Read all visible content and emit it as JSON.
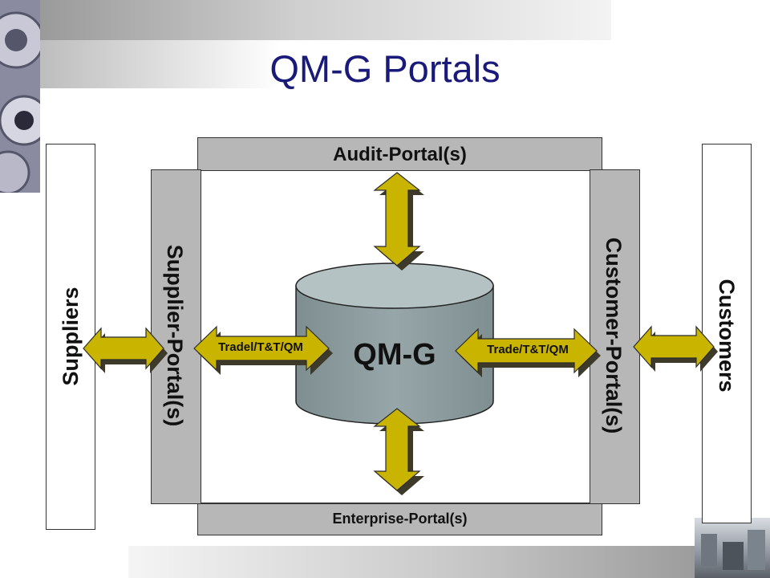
{
  "slide": {
    "title": "QM-G Portals"
  },
  "diagram": {
    "left_outer": "Suppliers",
    "right_outer": "Customers",
    "top_portal": "Audit-Portal(s)",
    "bottom_portal": "Enterprise-Portal(s)",
    "left_portal": "Supplier-Portal(s)",
    "right_portal": "Customer-Portal(s)",
    "center": "QM-G",
    "left_arrow_label": "Tradel/T&T/QM",
    "right_arrow_label": "Trade/T&T/QM"
  },
  "colors": {
    "title": "#1a1a7a",
    "arrow_fill": "#c9b400",
    "portal_fill": "#b7b7b7",
    "cylinder_fill": "#8f9ea0",
    "cylinder_top": "#b5c2c3"
  },
  "decorations": [
    "gear-image",
    "factory-photo",
    "gradient-bars"
  ]
}
